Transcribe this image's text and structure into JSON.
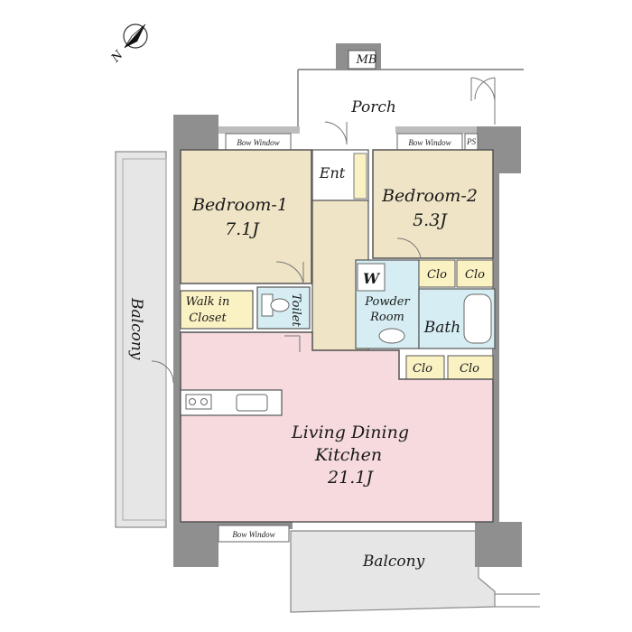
{
  "compass": {
    "label": "N"
  },
  "rooms": {
    "mb": "MB",
    "porch": "Porch",
    "bow_window_1": "Bow Window",
    "bow_window_2": "Bow Window",
    "bow_window_3": "Bow Window",
    "ps": "PS",
    "ent": "Ent",
    "bedroom1_name": "Bedroom-1",
    "bedroom1_size": "7.1J",
    "bedroom2_name": "Bedroom-2",
    "bedroom2_size": "5.3J",
    "walkin_line1": "Walk in",
    "walkin_line2": "Closet",
    "toilet": "Toilet",
    "w": "W",
    "powder_line1": "Powder",
    "powder_line2": "Room",
    "bath": "Bath",
    "clo1": "Clo",
    "clo2": "Clo",
    "clo3": "Clo",
    "clo4": "Clo",
    "ldk_line1": "Living Dining",
    "ldk_line2": "Kitchen",
    "ldk_size": "21.1J",
    "balcony_left": "Balcony",
    "balcony_bottom": "Balcony"
  },
  "colors": {
    "bedroom": "#efe4c6",
    "ldk": "#f6dadd",
    "wet": "#d6eef3",
    "closet": "#fbf2c4",
    "balcony": "#e6e6e6",
    "wall": "#8f8f8f"
  }
}
